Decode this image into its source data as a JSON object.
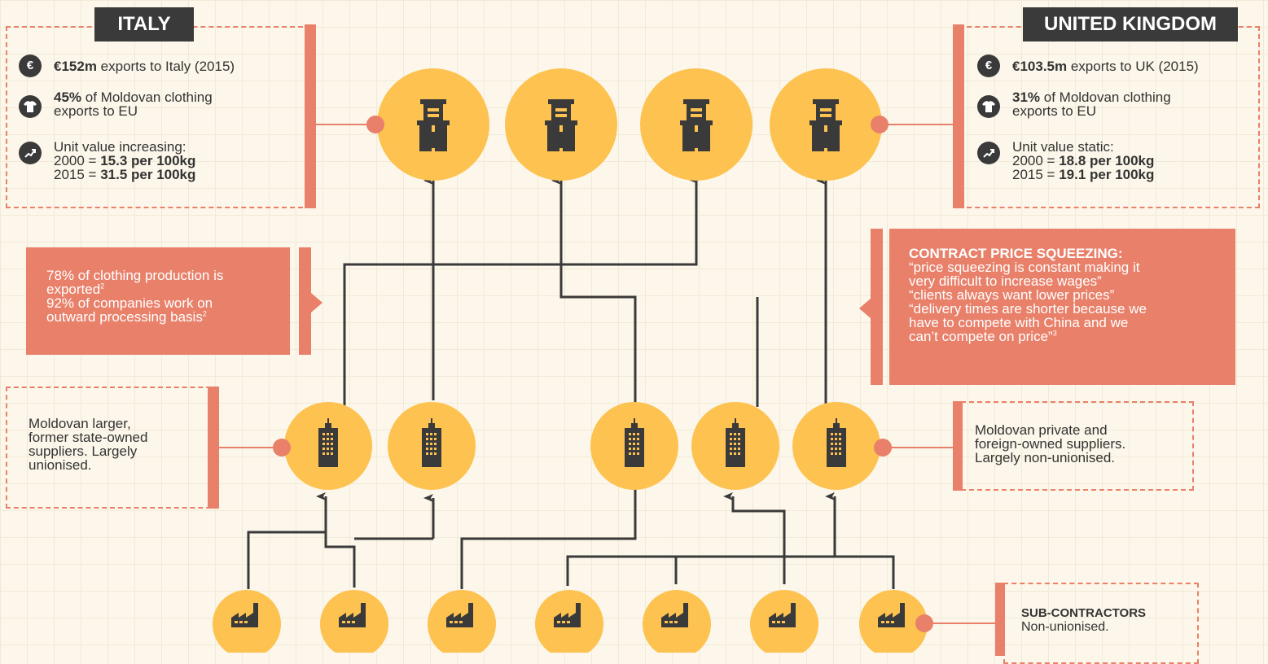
{
  "italy": {
    "header": "ITALY",
    "exports_value": "€152m",
    "exports_rest": " exports to Italy  (2015)",
    "share_value": "45%",
    "share_rest_1": " of Moldovan clothing",
    "share_rest_2": "exports to EU",
    "unit_title": "Unit value increasing:",
    "unit_2000_label": "2000 = ",
    "unit_2000_value": "15.3 per 100kg",
    "unit_2015_label": "2015 = ",
    "unit_2015_value": "31.5 per 100kg"
  },
  "uk": {
    "header": "UNITED KINGDOM",
    "exports_value": "€103.5m",
    "exports_rest": " exports to UK (2015)",
    "share_value": "31%",
    "share_rest_1": " of Moldovan clothing",
    "share_rest_2": "exports to EU",
    "unit_title": "Unit value static:",
    "unit_2000_label": "2000 = ",
    "unit_2000_value": "18.8 per 100kg",
    "unit_2015_label": "2015 = ",
    "unit_2015_value": "19.1 per 100kg"
  },
  "icons": {
    "euro": "€",
    "shirt": "shirt-icon",
    "trend": "trend-up-icon",
    "buyer": "retail-store-icon",
    "supplier": "office-building-icon",
    "subcontractor": "factory-icon"
  },
  "production_note": {
    "line1": "78% of clothing production is",
    "line2": "exported",
    "sup2": "2",
    "line3": "92% of companies work on",
    "line4": "outward processing basis",
    "sup4": "2"
  },
  "price_squeeze": {
    "title": "CONTRACT PRICE SQUEEZING:",
    "lines": [
      "“price squeezing is constant making it",
      "very difficult to increase wages”",
      "“clients always want lower prices”",
      "“delivery times are shorter because we",
      "have to compete with China and we",
      "can’t compete on price”"
    ],
    "sup": "3"
  },
  "large_suppliers": {
    "lines": [
      "Moldovan larger,",
      "former state-owned",
      "suppliers. Largely",
      "unionised."
    ]
  },
  "private_suppliers": {
    "lines": [
      "Moldovan private and",
      "foreign-owned suppliers.",
      "Largely non-unionised."
    ]
  },
  "subcontractors": {
    "title": "SUB-CONTRACTORS",
    "desc": "Non-unionised."
  },
  "colors": {
    "background": "#fcf7ea",
    "accent": "#e8806a",
    "circle": "#fdc24f",
    "dark": "#3a3a3a"
  },
  "tiers": {
    "buyers": 4,
    "suppliers": 5,
    "subcontractors": 7
  }
}
